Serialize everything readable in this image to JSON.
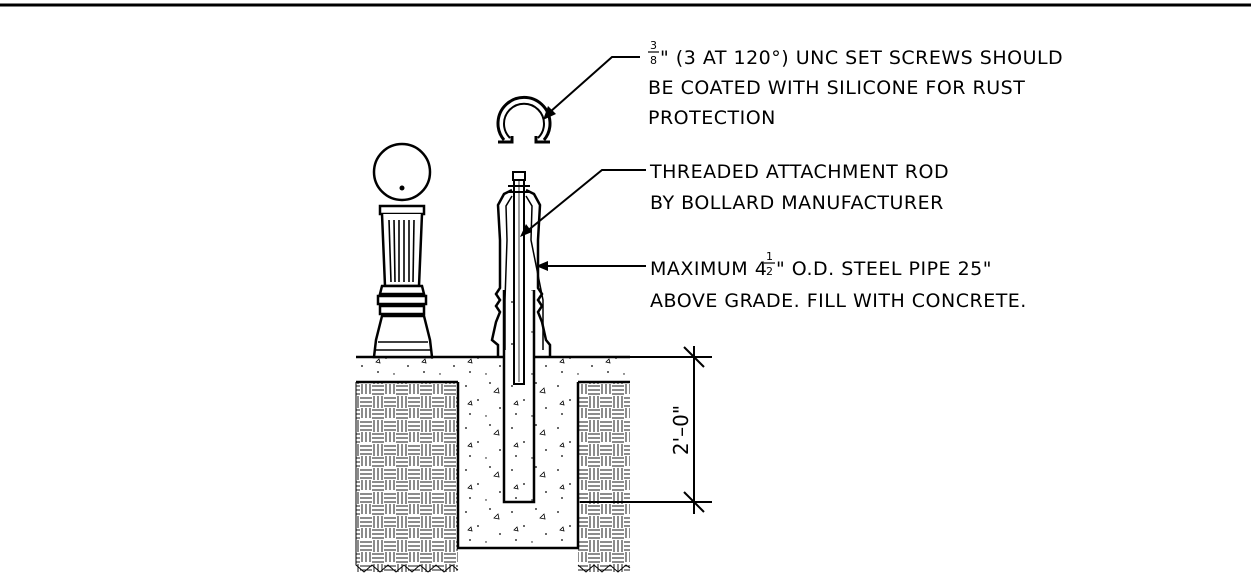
{
  "notes": {
    "set_screws": {
      "frac_num": "3",
      "frac_den": "8",
      "line1_rest": "\" (3 AT 120°) UNC SET SCREWS SHOULD",
      "line2": "BE COATED WITH SILICONE FOR RUST",
      "line3": "PROTECTION"
    },
    "rod": {
      "line1": "THREADED ATTACHMENT ROD",
      "line2": "BY BOLLARD MANUFACTURER"
    },
    "pipe": {
      "line1_prefix": "MAXIMUM 4",
      "frac_num": "1",
      "frac_den": "2",
      "line1_rest": "\" O.D. STEEL PIPE 25\"",
      "line2": "ABOVE GRADE.  FILL WITH CONCRETE."
    }
  },
  "dimension": {
    "depth_label": "2'–0\""
  }
}
